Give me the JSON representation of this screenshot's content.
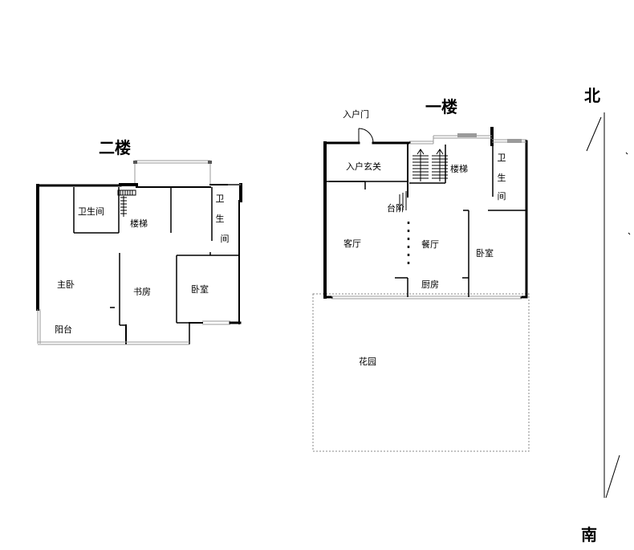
{
  "floors": {
    "second": {
      "title": "二楼",
      "rooms": {
        "bathroom": "卫生间",
        "stairs": "楼梯",
        "bathroom_vertical": [
          "卫",
          "生",
          "间"
        ],
        "master_bedroom": "主卧",
        "study": "书房",
        "bedroom": "卧室",
        "balcony": "阳台"
      }
    },
    "first": {
      "title": "一楼",
      "entrance_door": "入户门",
      "rooms": {
        "foyer": "入户玄关",
        "stairs": "楼梯",
        "steps": "台阶",
        "bathroom_vertical": [
          "卫",
          "生",
          "间"
        ],
        "living_room": "客厅",
        "dining_room": "餐厅",
        "bedroom": "卧室",
        "kitchen": "厨房",
        "garden": "花园"
      }
    }
  },
  "compass": {
    "north": "北",
    "south": "南"
  },
  "colors": {
    "wall": "#000000",
    "window": "#9a9a9a",
    "garden_border": "#8a8a8a",
    "background": "#ffffff"
  }
}
